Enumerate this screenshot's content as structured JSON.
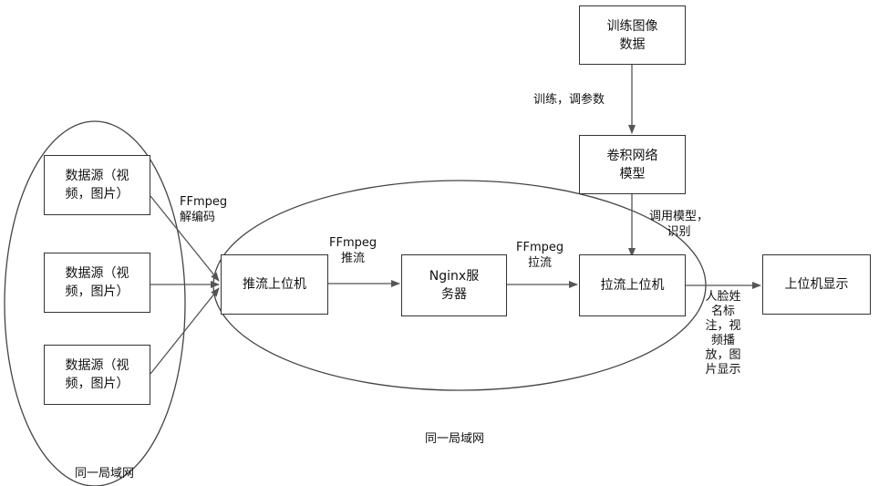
{
  "diagram": {
    "sources": [
      {
        "line1": "数据源（视",
        "line2": "频，图片）"
      },
      {
        "line1": "数据源（视",
        "line2": "频，图片）"
      },
      {
        "line1": "数据源（视",
        "line2": "频，图片）"
      }
    ],
    "push_pc": "推流上位机",
    "nginx": {
      "line1": "Nginx服",
      "line2": "务器"
    },
    "pull_pc": "拉流上位机",
    "display": "上位机显示",
    "training_data": {
      "line1": "训练图像",
      "line2": "数据"
    },
    "cnn_model": {
      "line1": "卷积网络",
      "line2": "模型"
    },
    "edges": {
      "decode": {
        "line1": "FFmpeg",
        "line2": "解编码"
      },
      "push": {
        "line1": "FFmpeg",
        "line2": "推流"
      },
      "pull": {
        "line1": "FFmpeg",
        "line2": "拉流"
      },
      "train": "训练，调参数",
      "invoke": {
        "line1": "调用模型，",
        "line2": "识别"
      },
      "output": [
        "人脸姓",
        "名标",
        "注，视",
        "频播",
        "放，图",
        "片显示"
      ]
    },
    "lan_left": "同一局域网",
    "lan_center": "同一局域网"
  }
}
